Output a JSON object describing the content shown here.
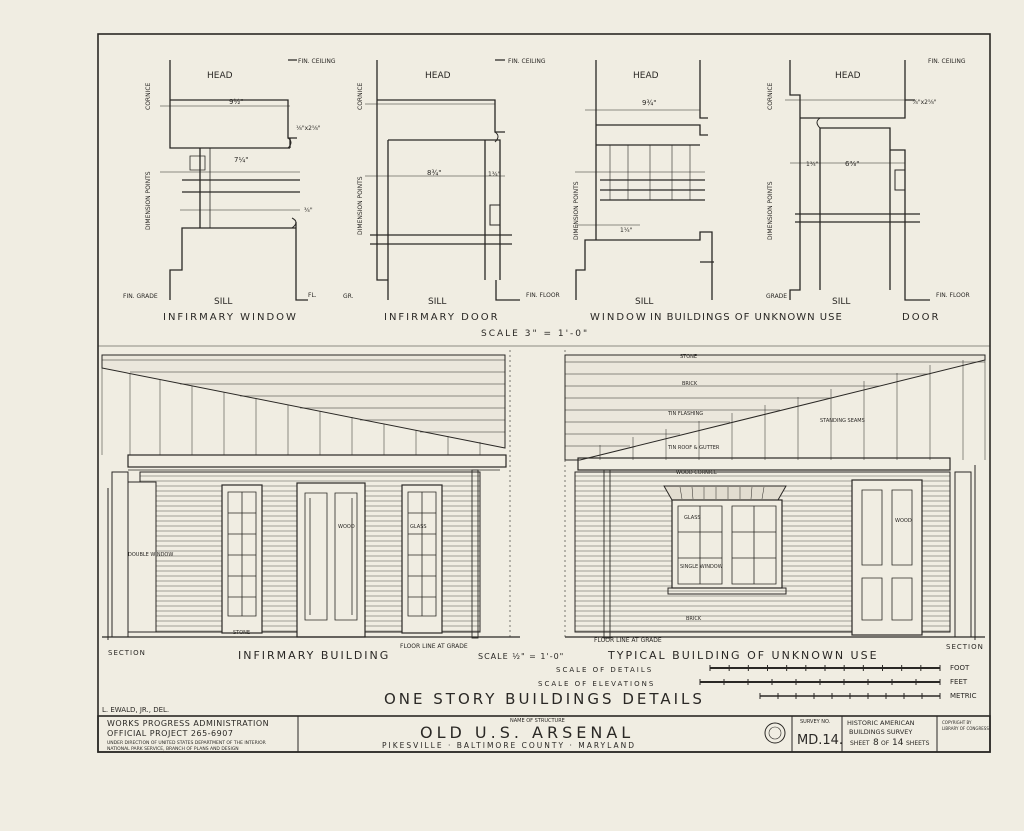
{
  "details": [
    {
      "head": "HEAD",
      "sill": "SILL",
      "caption": "INFIRMARY WINDOW",
      "top_label": "FIN. CEILING",
      "bottom_left": "FIN. GRADE",
      "bottom_right": "FL.",
      "side1": "CORNICE",
      "side2": "DIMENSION POINTS",
      "dims": [
        "9½\"",
        "7¼\"",
        "⅛\"x2⅝\"",
        "¾\""
      ]
    },
    {
      "head": "HEAD",
      "sill": "SILL",
      "caption": "INFIRMARY DOOR",
      "top_label": "FIN. CEILING",
      "bottom_left": "GR.",
      "bottom_right": "FIN. FLOOR",
      "side1": "CORNICE",
      "side2": "DIMENSION POINTS",
      "dims": [
        "8¾\"",
        "1¾\""
      ]
    },
    {
      "head": "HEAD",
      "sill": "SILL",
      "caption": "WINDOW",
      "top_label": "",
      "bottom_left": "",
      "bottom_right": "",
      "side1": "",
      "side2": "DIMENSION POINTS",
      "dims": [
        "9¾\"",
        "1¼\""
      ]
    },
    {
      "head": "HEAD",
      "sill": "SILL",
      "caption": "DOOR",
      "top_label": "FIN. CEILING",
      "bottom_left": "GRADE",
      "bottom_right": "FIN. FLOOR",
      "side1": "CORNICE",
      "side2": "DIMENSION POINTS",
      "dims": [
        "⅞\"x2⅝\"",
        "6⅜\"",
        "1¾\""
      ]
    }
  ],
  "middle_caption": "IN BUILDINGS OF UNKNOWN USE",
  "scale_details": "SCALE 3\" = 1'-0\"",
  "elevations": {
    "left": {
      "title": "INFIRMARY BUILDING",
      "section": "SECTION",
      "floor": "FLOOR LINE AT GRADE",
      "labels": [
        "DOUBLE WINDOW",
        "GLASS",
        "WOOD",
        "STONE"
      ]
    },
    "right": {
      "title": "TYPICAL BUILDING OF UNKNOWN USE",
      "section": "SECTION",
      "floor": "FLOOR LINE AT GRADE",
      "labels": [
        "STONE",
        "BRICK",
        "TIN FLASHING",
        "STANDING SEAMS",
        "TIN ROOF & GUTTER",
        "WOOD CORNICE",
        "GLASS",
        "WOOD",
        "SINGLE WINDOW",
        "BRICK"
      ]
    }
  },
  "left_section": "SECTION",
  "scale_elev": "SCALE ½\" = 1'-0\"",
  "scale_bar": {
    "details": "SCALE OF DETAILS",
    "elevations": "SCALE OF ELEVATIONS",
    "foot": "FOOT",
    "feet": "FEET",
    "metric": "METRIC"
  },
  "sheet_title": "ONE STORY BUILDINGS DETAILS",
  "delineator": "L. EWALD, JR., DEL.",
  "title_block": {
    "wpa1": "WORKS PROGRESS ADMINISTRATION",
    "wpa2": "OFFICIAL PROJECT 265-6907",
    "wpa3": "UNDER DIRECTION OF UNITED STATES DEPARTMENT OF THE INTERIOR",
    "wpa4": "NATIONAL PARK SERVICE, BRANCH OF PLANS AND DESIGN",
    "name_label": "NAME OF STRUCTURE",
    "structure": "OLD U.S. ARSENAL",
    "location": "PIKESVILLE · BALTIMORE COUNTY · MARYLAND",
    "survey_label": "SURVEY NO.",
    "survey_no": "MD.14.",
    "habs1": "HISTORIC AMERICAN",
    "habs2": "BUILDINGS SURVEY",
    "sheet_pre": "SHEET",
    "sheet_no": "8",
    "sheet_of": "OF",
    "sheet_total": "14",
    "sheet_post": "SHEETS",
    "copyright1": "COPYRIGHT BY",
    "copyright2": "LIBRARY OF CONGRESS"
  }
}
